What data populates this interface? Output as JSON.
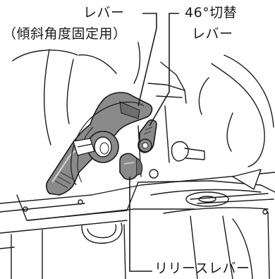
{
  "labels": {
    "tilt_lever_line1": "レバー",
    "tilt_lever_line2": "（傾斜角度固定用）",
    "switch_46_line1": "46°切替",
    "switch_46_line2": "レバー",
    "release_lever": "リリースレバー"
  },
  "colors": {
    "line": "#1a1a1a",
    "lever_fill": "#8a8a8a",
    "lever_dark": "#555555",
    "background": "#ffffff"
  }
}
